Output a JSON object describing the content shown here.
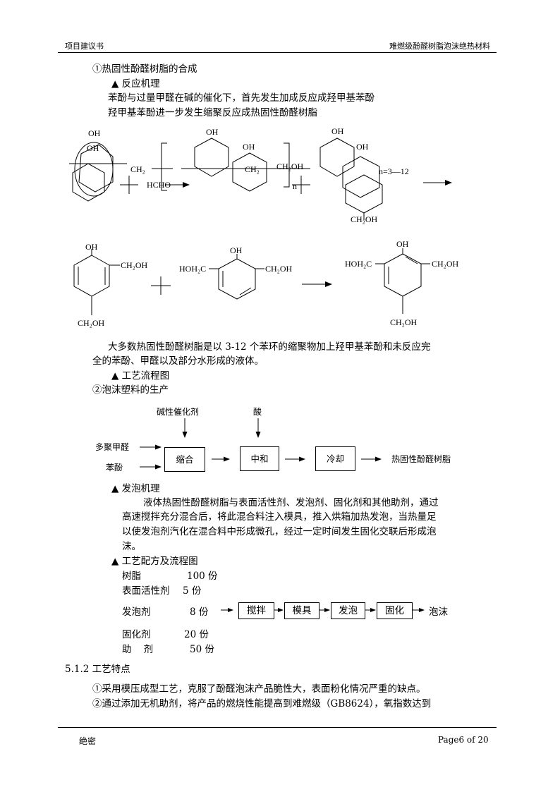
{
  "header": {
    "left": "项目建议书",
    "right": "难燃级酚醛树脂泡沫绝热材料"
  },
  "sec1": {
    "title": "①热固性酚醛树脂的合成",
    "mech_title": "▲ 反应机理",
    "line1": "苯酚与过量甲醛在碱的催化下，首先发生加成反应成羟甲基苯酚",
    "line2": "羟甲基苯酚进一步发生缩聚反应成热固性酚醛树脂"
  },
  "chem": {
    "oh": "OH",
    "ch2": "CH₂",
    "hcho": "HCHO",
    "ch2oh": "CH₂OH",
    "hoh2c": "HOH₂C",
    "n": "n",
    "nrange": "n=3—12"
  },
  "para1": {
    "line1": "大多数热固性酚醛树脂是以 3-12 个苯环的缩聚物加上羟甲基苯酚和未反应完",
    "line2": "全的苯酚、甲醛以及部分水形成的液体。",
    "flow_title": "▲ 工艺流程图"
  },
  "sec2": {
    "title": "②泡沫塑料的生产"
  },
  "flow1": {
    "catalyst": "碱性催化剂",
    "acid": "酸",
    "formaldehyde": "多聚甲醛",
    "phenol": "苯酚",
    "step1": "缩合",
    "step2": "中和",
    "step3": "冷却",
    "product": "热固性酚醛树脂"
  },
  "foam": {
    "title": "▲ 发泡机理",
    "l1": "液体热固性酚醛树脂与表面活性剂、发泡剂、固化剂和其他助剂，通过",
    "l2": "高速搅拌充分混合后，将此混合料注入模具，推入烘箱加热发泡，当热量足",
    "l3": "以使发泡剂汽化在混合料中形成微孔，经过一定时间发生固化交联后形成泡",
    "l4": "沫。"
  },
  "formula": {
    "title": "▲ 工艺配方及流程图",
    "items": [
      {
        "name": "树脂",
        "amount": "100 份"
      },
      {
        "name": "表面活性剂",
        "amount": "5 份"
      },
      {
        "name": "发泡剂",
        "amount": "8 份"
      },
      {
        "name": "固化剂",
        "amount": "20 份"
      },
      {
        "name": "助    剂",
        "amount": "50 份"
      }
    ],
    "steps": [
      "搅拌",
      "模具",
      "发泡",
      "固化"
    ],
    "end": "泡沫"
  },
  "sec3": {
    "title": "5.1.2 工艺特点",
    "p1": "①采用模压成型工艺，克服了酚醛泡沫产品脆性大，表面粉化情况严重的缺点。",
    "p2": "②通过添加无机助剂，将产品的燃烧性能提高到难燃级（GB8624），氧指数达到"
  },
  "footer": {
    "left": "绝密",
    "page": "Page6  of  20"
  }
}
